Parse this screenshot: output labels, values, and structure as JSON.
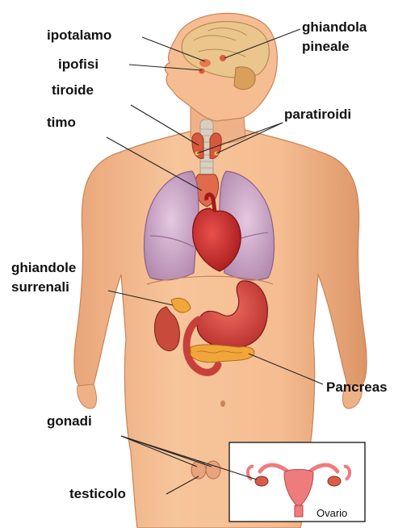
{
  "labels": {
    "ipotalamo": "ipotalamo",
    "ipofisi": "ipofisi",
    "tiroide": "tiroide",
    "timo": "timo",
    "ghiandola": "ghiandola",
    "pineale": "pineale",
    "paratiroidi": "paratiroidi",
    "ghiandole": "ghiandole",
    "surrenali": "surrenali",
    "pancreas": "Pancreas",
    "gonadi": "gonadi",
    "testicolo": "testicolo",
    "ovario": "Ovario"
  },
  "colors": {
    "skin": "#f2b98c",
    "skin_shadow": "#dc9567",
    "brain": "#e9c58d",
    "lung": "#c9a3c2",
    "heart": "#c8292b",
    "stomach": "#d8453e",
    "pancreas": "#f0a63a",
    "kidney": "#c84a3a",
    "thyroid": "#d7583d",
    "uterus": "#ef7c7d",
    "line": "#222222"
  }
}
